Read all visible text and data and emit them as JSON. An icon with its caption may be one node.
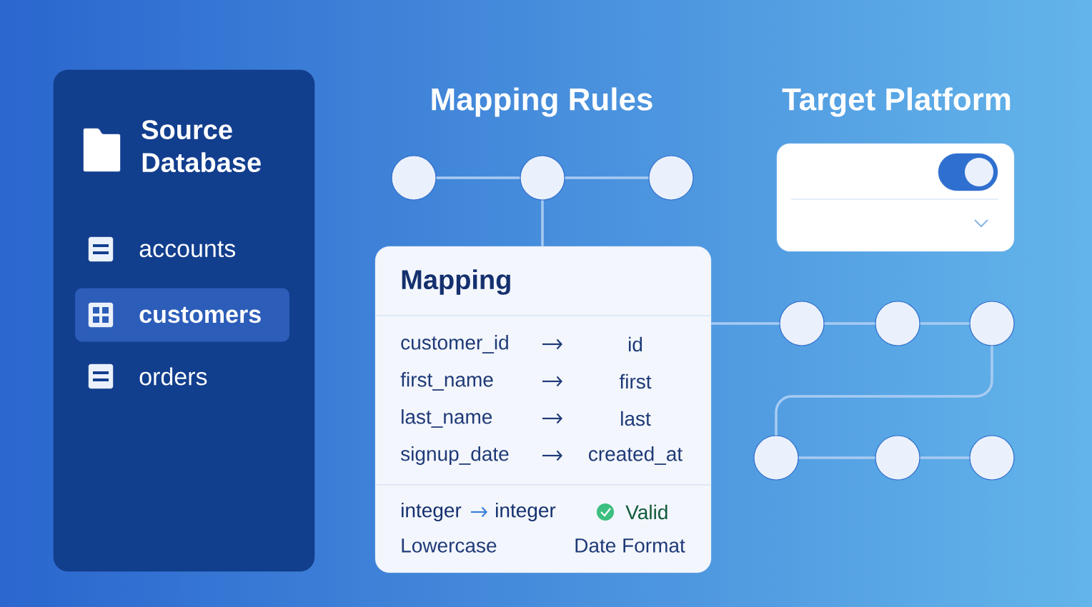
{
  "diagram": {
    "nodes": [
      {
        "text": [
          "Source Database"
        ]
      },
      {
        "text": [
          "accounts"
        ],
        "in": 0
      },
      {
        "text": [
          "customers"
        ],
        "in": 0
      },
      {
        "text": [
          "orders"
        ],
        "in": 0
      },
      {
        "text": [],
        "shape": "circle"
      },
      {
        "text": [],
        "shape": "circle"
      },
      {
        "text": [],
        "shape": "circle"
      },
      {
        "text": [
          "Mapping",
          "customer_id",
          "id",
          "first_name",
          "first",
          "last_name",
          "last",
          "signup_date",
          "created_at",
          "integer",
          "integer",
          "Valid",
          "Lowercase",
          "Date Format"
        ]
      },
      {
        "text": [
          "Target Platform"
        ]
      },
      {
        "text": [],
        "shape": "circle"
      },
      {
        "text": [],
        "shape": "circle"
      },
      {
        "text": [],
        "shape": "circle"
      },
      {
        "text": [],
        "shape": "circle"
      },
      {
        "text": [],
        "shape": "circle"
      },
      {
        "text": [],
        "shape": "circle"
      }
    ],
    "edges": [
      {
        "from": 4,
        "to": 5,
        "arrow": "none"
      },
      {
        "from": 5,
        "to": 6,
        "arrow": "none"
      },
      {
        "from": 5,
        "to": 7,
        "arrow": "none"
      },
      {
        "from": 7,
        "to": 9,
        "arrow": "none"
      },
      {
        "from": 9,
        "to": 10,
        "arrow": "none"
      },
      {
        "from": 10,
        "to": 11,
        "arrow": "none"
      },
      {
        "from": 11,
        "to": 12,
        "arrow": "none"
      },
      {
        "from": 12,
        "to": 13,
        "arrow": "none"
      },
      {
        "from": 13,
        "to": 14,
        "arrow": "none"
      }
    ],
    "labels": [
      "Mapping Rules"
    ]
  }
}
